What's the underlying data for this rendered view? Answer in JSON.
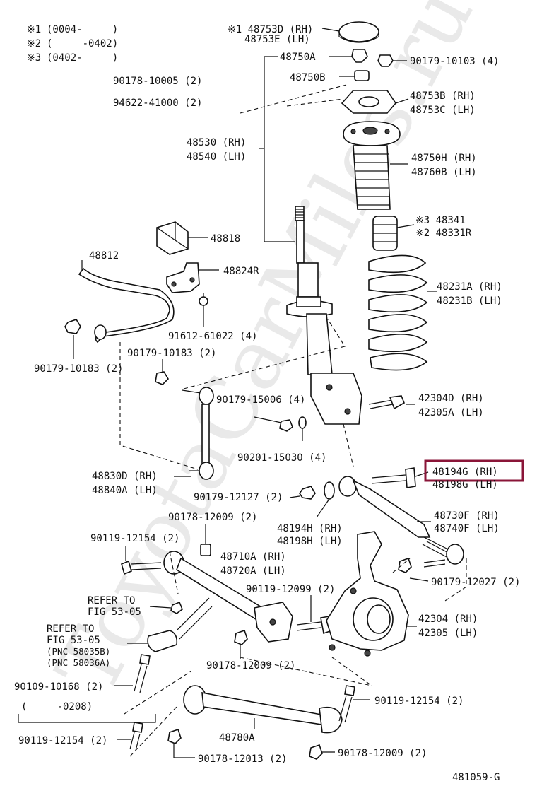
{
  "watermark": "ToyotaCarMiles.ru",
  "legend": [
    {
      "mark": "※1",
      "range": "(0004-     )"
    },
    {
      "mark": "※2",
      "range": "(     -0402)"
    },
    {
      "mark": "※3",
      "range": "(0402-     )"
    }
  ],
  "labels": {
    "p48753D": "※1 48753D (RH)",
    "p48753E": "48753E (LH)",
    "p48750A": "48750A",
    "p90179_10103": "90179-10103 (4)",
    "p90178_10005": "90178-10005 (2)",
    "p48750B": "48750B",
    "p48753B": "48753B (RH)",
    "p48753C": "48753C (LH)",
    "p94622": "94622-41000 (2)",
    "p48530": "48530 (RH)",
    "p48540": "48540 (LH)",
    "p48750H": "48750H (RH)",
    "p48760B": "48760B (LH)",
    "p48818": "48818",
    "p48341": "※3 48341",
    "p48331R": "※2 48331R",
    "p48812": "48812",
    "p48824R": "48824R",
    "p48231A": "48231A (RH)",
    "p48231B": "48231B (LH)",
    "p91612": "91612-61022 (4)",
    "p90179_10183a": "90179-10183 (2)",
    "p90179_10183b": "90179-10183 (2)",
    "p90179_15006": "90179-15006 (4)",
    "p42304D": "42304D (RH)",
    "p42305A": "42305A (LH)",
    "p90201": "90201-15030 (4)",
    "p48830D": "48830D (RH)",
    "p48840A": "48840A (LH)",
    "p48194G": "48194G (RH)",
    "p48198G": "48198G (LH)",
    "p90179_12127": "90179-12127 (2)",
    "p90178_12009a": "90178-12009 (2)",
    "p48194H": "48194H (RH)",
    "p48198H": "48198H (LH)",
    "p48730F": "48730F (RH)",
    "p48740F": "48740F (LH)",
    "p90119_12154a": "90119-12154 (2)",
    "p48710A": "48710A (RH)",
    "p48720A": "48720A (LH)",
    "p90119_12099": "90119-12099 (2)",
    "p90179_12027": "90179-12027 (2)",
    "refer1a": "REFER TO",
    "refer1b": "FIG 53-05",
    "refer2a": "REFER TO",
    "refer2b": "FIG 53-05",
    "refer2c": "(PNC 58035B)",
    "refer2d": "(PNC 58036A)",
    "p42304": "42304 (RH)",
    "p42305": "42305 (LH)",
    "p90109": "90109-10168 (2)",
    "p90178_12009b": "90178-12009 (2)",
    "range0208": "(     -0208)",
    "p90119_12154b": "90119-12154 (2)",
    "p90119_12154c": "90119-12154 (2)",
    "p48780A": "48780A",
    "p90178_12013": "90178-12013 (2)",
    "p90178_12009c": "90178-12009 (2)",
    "figno": "481059-G"
  },
  "highlight": {
    "part": "48194G (RH)",
    "color": "#8a1538"
  }
}
